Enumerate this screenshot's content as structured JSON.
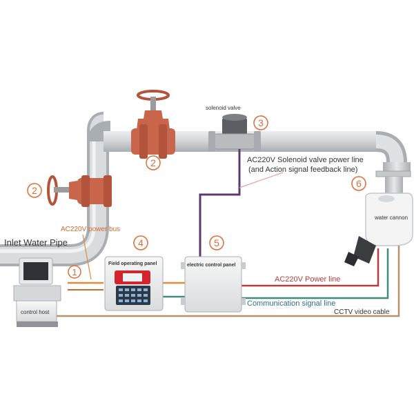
{
  "labels": {
    "solenoid_valve": "solenoid valve",
    "solenoid_power_line": "AC220V Solenoid valve power line",
    "feedback_line": "(and Action signal feedback line)",
    "water_cannon": "water cannon",
    "inlet_water_pipe": "Inlet Water Pipe",
    "power_bus": "AC220V power bus",
    "field_operating_panel": "Field operating panel",
    "electric_control_panel": "electric control panel",
    "control_host": "control host",
    "power_line": "AC220V Power line",
    "communication_line": "Communication signal line",
    "cctv_cable": "CCTV video cable"
  },
  "markers": {
    "gate_valve_top": "2",
    "gate_valve_left": "2",
    "solenoid": "3",
    "water_cannon": "6",
    "control_host": "1",
    "field_panel": "4",
    "control_panel": "5"
  },
  "colors": {
    "pipe": "#cfd3d6",
    "valve": "#c8654a",
    "marker": "#e06c35",
    "power_line": "#b63b3b",
    "communication_line": "#3f8c7a",
    "cctv_cable": "#b8906a",
    "solenoid_line": "#5c3a6e",
    "power_bus": "#e08a3c",
    "label_dark": "#333333",
    "label_red": "#b63b3b",
    "label_teal": "#2f6f8f",
    "label_orange": "#d2692a"
  }
}
